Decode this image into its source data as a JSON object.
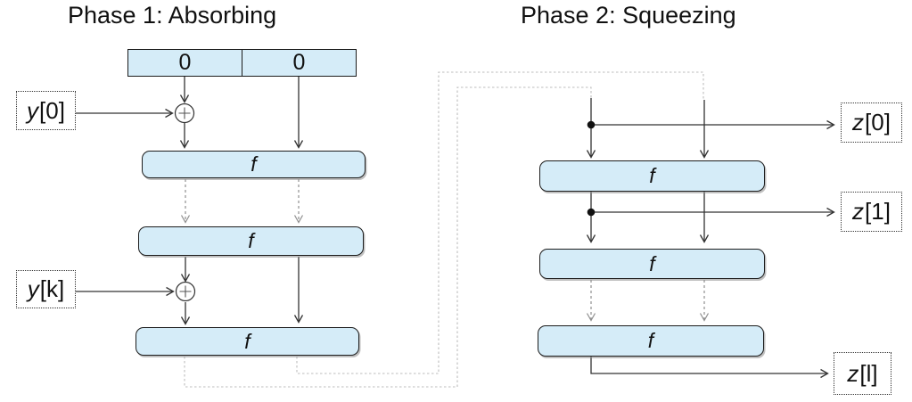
{
  "diagram": {
    "title_phase1": "Phase 1: Absorbing",
    "title_phase2": "Phase 2: Squeezing",
    "state_cells": [
      "0",
      "0"
    ],
    "f_label": "f",
    "inputs": [
      {
        "var": "y",
        "idx": "[0]"
      },
      {
        "var": "y",
        "idx": "[k]"
      }
    ],
    "outputs": [
      {
        "var": "z",
        "idx": "[0]"
      },
      {
        "var": "z",
        "idx": "[1]"
      },
      {
        "var": "z",
        "idx": "[l]"
      }
    ],
    "colors": {
      "box_fill": "#d5ecf8",
      "box_border": "#1c1c1c",
      "arrow": "#333333",
      "repeat_arrow": "#8f8f8f",
      "connector": "#bdbdbd",
      "background": "#ffffff"
    }
  }
}
